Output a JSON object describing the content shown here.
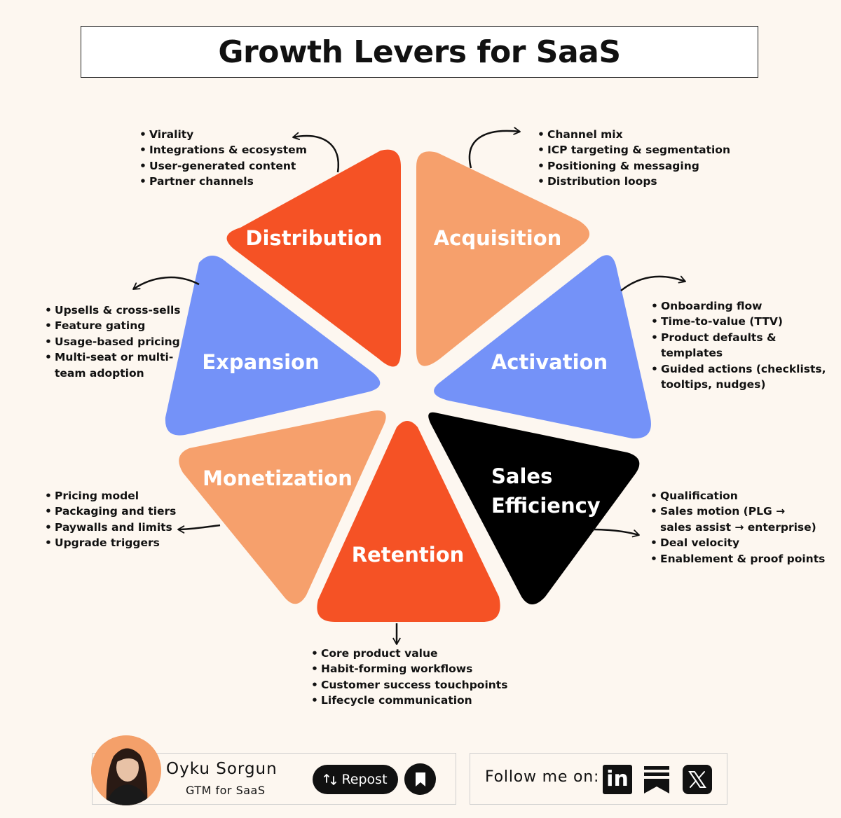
{
  "title": "Growth Levers for SaaS",
  "segments": [
    {
      "key": "distribution",
      "label": "Distribution",
      "color": "#f55225",
      "items": [
        "Virality",
        "Integrations & ecosystem",
        "User-generated content",
        "Partner channels"
      ]
    },
    {
      "key": "acquisition",
      "label": "Acquisition",
      "color": "#f6a06c",
      "items": [
        "Channel mix",
        "ICP targeting & segmentation",
        "Positioning & messaging",
        "Distribution loops"
      ]
    },
    {
      "key": "activation",
      "label": "Activation",
      "color": "#7492f8",
      "items": [
        "Onboarding flow",
        "Time-to-value (TTV)",
        "Product defaults & templates",
        "Guided actions (checklists, tooltips, nudges)"
      ]
    },
    {
      "key": "sales",
      "label_line1": "Sales",
      "label_line2": "Efficiency",
      "color": "#000000",
      "items": [
        "Qualification",
        "Sales motion (PLG → sales assist → enterprise)",
        "Deal velocity",
        "Enablement & proof points"
      ]
    },
    {
      "key": "retention",
      "label": "Retention",
      "color": "#f55225",
      "items": [
        "Core product value",
        "Habit-forming workflows",
        "Customer success touchpoints",
        "Lifecycle communication"
      ]
    },
    {
      "key": "monetization",
      "label": "Monetization",
      "color": "#f6a06c",
      "items": [
        "Pricing model",
        "Packaging and tiers",
        "Paywalls and limits",
        "Upgrade triggers"
      ]
    },
    {
      "key": "expansion",
      "label": "Expansion",
      "color": "#7492f8",
      "items": [
        "Upsells & cross-sells",
        "Feature gating",
        "Usage-based pricing",
        "Multi-seat or multi-team adoption"
      ]
    }
  ],
  "footer": {
    "author_name": "Oyku Sorgun",
    "author_role": "GTM for SaaS",
    "repost_label": "Repost",
    "follow_label": "Follow me on:",
    "linkedin_text": "in",
    "icons": [
      "avatar-photo",
      "repost-icon",
      "bookmark-icon",
      "linkedin-icon",
      "substack-icon",
      "x-icon"
    ]
  }
}
